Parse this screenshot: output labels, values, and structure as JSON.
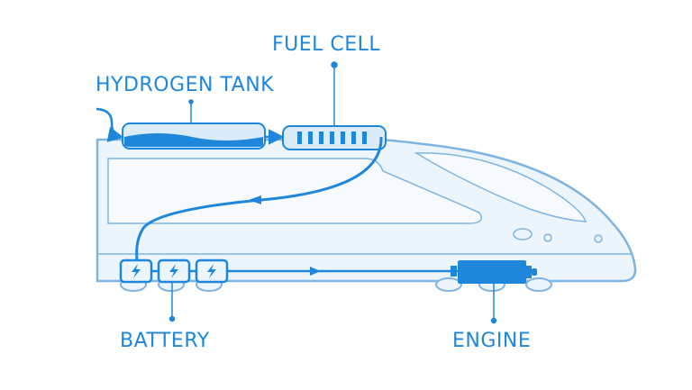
{
  "labels": {
    "hydrogen_tank": "HYDROGEN TANK",
    "fuel_cell": "FUEL CELL",
    "battery": "BATTERY",
    "engine": "ENGINE"
  },
  "colors": {
    "accent": "#1E87DC",
    "outline": "#7FB4E2",
    "body_fill": "#EDF5FC",
    "component_fill": "#CFE4F7"
  },
  "components": [
    {
      "name": "hydrogen-tank",
      "icon": "tank"
    },
    {
      "name": "fuel-cell",
      "icon": "cell-stack"
    },
    {
      "name": "battery",
      "icon": "lightning-bolt",
      "count": 3
    },
    {
      "name": "engine",
      "icon": "motor"
    }
  ]
}
